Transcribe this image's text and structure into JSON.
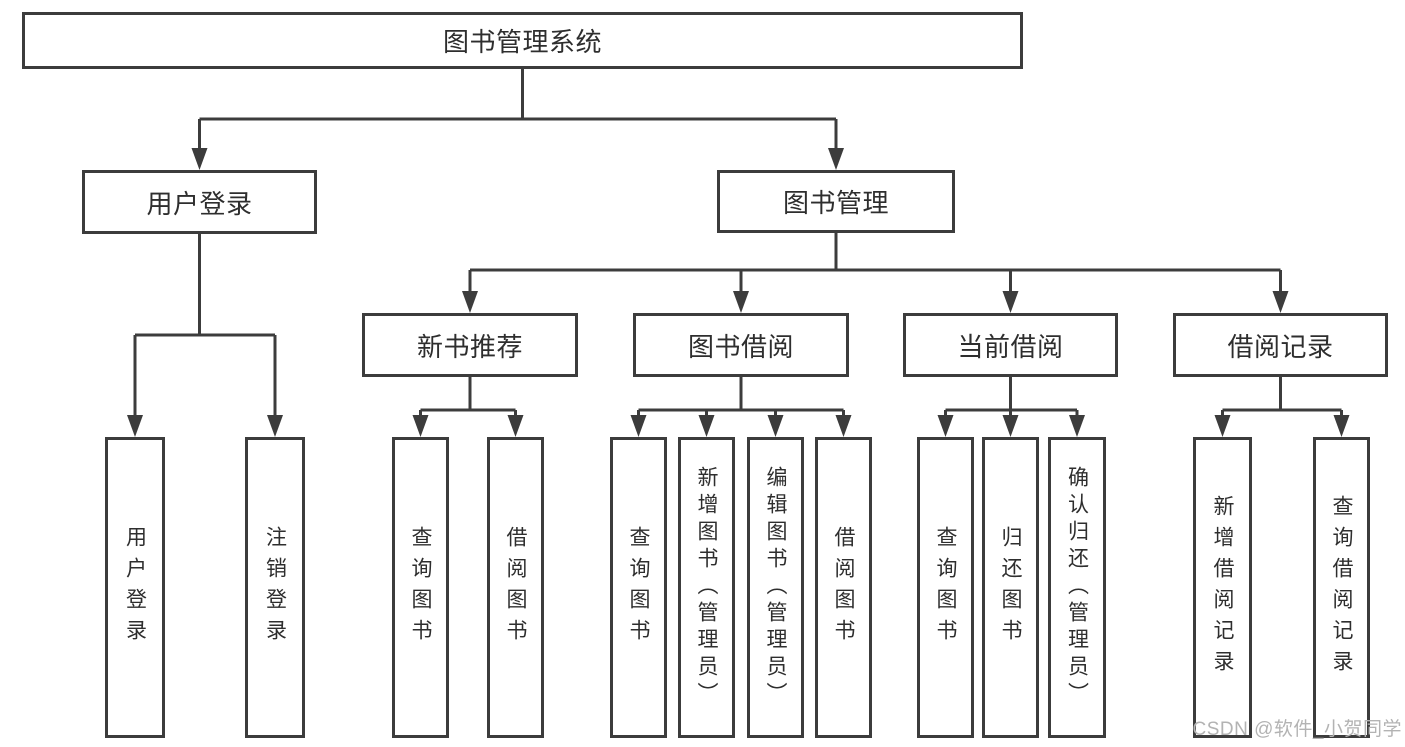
{
  "colors": {
    "line": "#3c3c3c",
    "text": "#2e2e2e",
    "box-bg": "#ffffff",
    "watermark": "#b3b3b3"
  },
  "watermark": "CSDN @软件_小贺同学",
  "tree": {
    "root": "图书管理系统",
    "branches": [
      {
        "label": "用户登录",
        "children": [
          "用户登录",
          "注销登录"
        ]
      },
      {
        "label": "图书管理",
        "children": [
          {
            "label": "新书推荐",
            "children": [
              "查询图书",
              "借阅图书"
            ]
          },
          {
            "label": "图书借阅",
            "children": [
              "查询图书",
              "新增图书（管理员）",
              "编辑图书（管理员）",
              "借阅图书"
            ]
          },
          {
            "label": "当前借阅",
            "children": [
              "查询图书",
              "归还图书",
              "确认归还（管理员）"
            ]
          },
          {
            "label": "借阅记录",
            "children": [
              "新增借阅记录",
              "查询借阅记录"
            ]
          }
        ]
      }
    ]
  }
}
